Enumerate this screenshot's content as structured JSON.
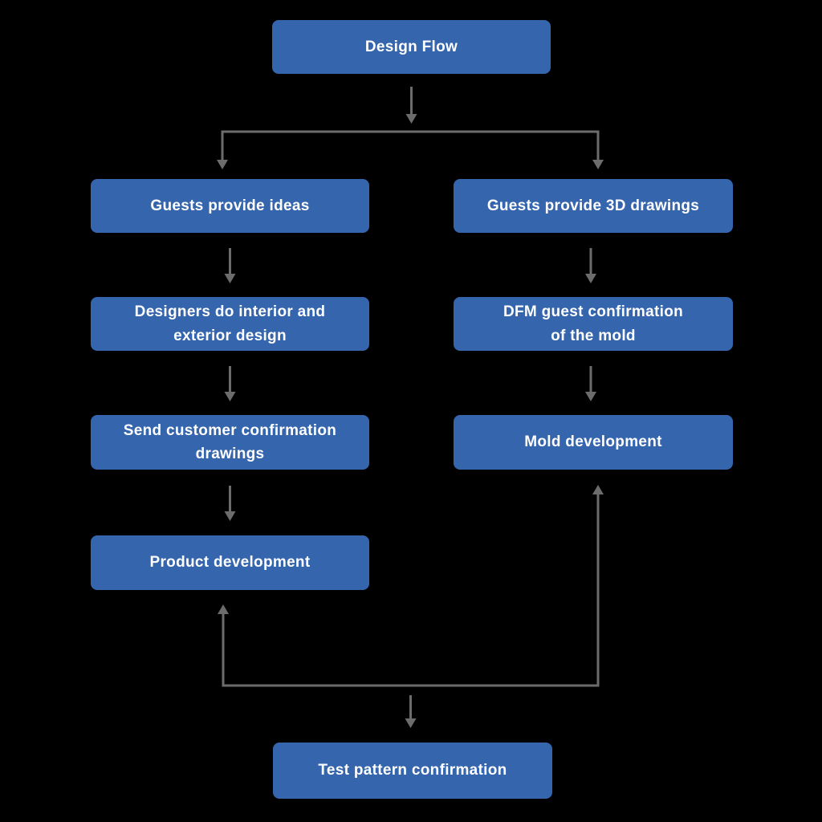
{
  "diagram": {
    "background_color": "#000000",
    "node_fill_color": "#3465AD",
    "node_text_color": "#FFFFFF",
    "connector_color": "#6C6C6C",
    "nodes": [
      {
        "id": "design-flow",
        "label": "Design Flow"
      },
      {
        "id": "guests-provide-ideas",
        "label": "Guests provide ideas"
      },
      {
        "id": "guests-provide-3d-drawings",
        "label": "Guests provide 3D drawings"
      },
      {
        "id": "designers-do-interior-and-exterior-design",
        "label": "Designers do interior and\nexterior design"
      },
      {
        "id": "dfm-guest-confirmation-of-the-mold",
        "label": "DFM guest confirmation\nof the mold"
      },
      {
        "id": "send-customer-confirmation-drawings",
        "label": "Send customer confirmation\ndrawings"
      },
      {
        "id": "mold-development",
        "label": "Mold development"
      },
      {
        "id": "product-development",
        "label": "Product development"
      },
      {
        "id": "test-pattern-confirmation",
        "label": "Test pattern confirmation"
      }
    ],
    "edges": [
      {
        "from": "Design Flow",
        "to": "Guests provide ideas",
        "direction": "down"
      },
      {
        "from": "Design Flow",
        "to": "Guests provide 3D drawings",
        "direction": "down"
      },
      {
        "from": "Guests provide ideas",
        "to": "Designers do interior and exterior design",
        "direction": "down"
      },
      {
        "from": "Designers do interior and exterior design",
        "to": "Send customer confirmation drawings",
        "direction": "down"
      },
      {
        "from": "Send customer confirmation drawings",
        "to": "Product development",
        "direction": "down"
      },
      {
        "from": "Guests provide 3D drawings",
        "to": "DFM guest confirmation of the mold",
        "direction": "down"
      },
      {
        "from": "DFM guest confirmation of the mold",
        "to": "Mold development",
        "direction": "down"
      },
      {
        "from": "bottom junction line",
        "to": "Product development",
        "direction": "up"
      },
      {
        "from": "bottom junction line",
        "to": "Mold development",
        "direction": "up"
      },
      {
        "from": "bottom junction line",
        "to": "Test pattern confirmation",
        "direction": "down"
      }
    ]
  }
}
